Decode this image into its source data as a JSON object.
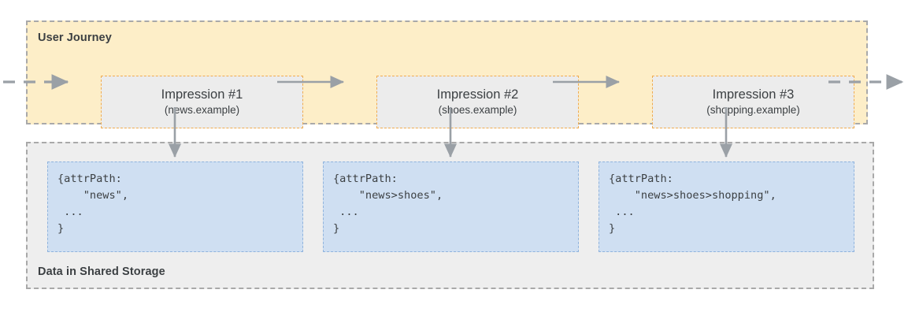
{
  "diagram": {
    "title_journey": "User Journey",
    "title_storage": "Data in Shared Storage",
    "colors": {
      "journey_fill": "#fdeec8",
      "storage_fill": "#eeeeee",
      "impression_fill": "#ececec",
      "impression_border": "#f0ab4e",
      "code_fill": "#cfdff2",
      "code_border": "#8fb3dd",
      "arrow": "#9aa0a6",
      "lane_border": "#a9a9a9",
      "text": "#3c4043"
    }
  },
  "impressions": [
    {
      "title": "Impression #1",
      "origin": "(news.example)"
    },
    {
      "title": "Impression #2",
      "origin": "(shoes.example)"
    },
    {
      "title": "Impression #3",
      "origin": "(shopping.example)"
    }
  ],
  "storage_records": [
    {
      "code": "{attrPath:\n    \"news\",\n ...\n}"
    },
    {
      "code": "{attrPath:\n    \"news>shoes\",\n ...\n}"
    },
    {
      "code": "{attrPath:\n    \"news>shoes>shopping\",\n ...\n}"
    }
  ]
}
